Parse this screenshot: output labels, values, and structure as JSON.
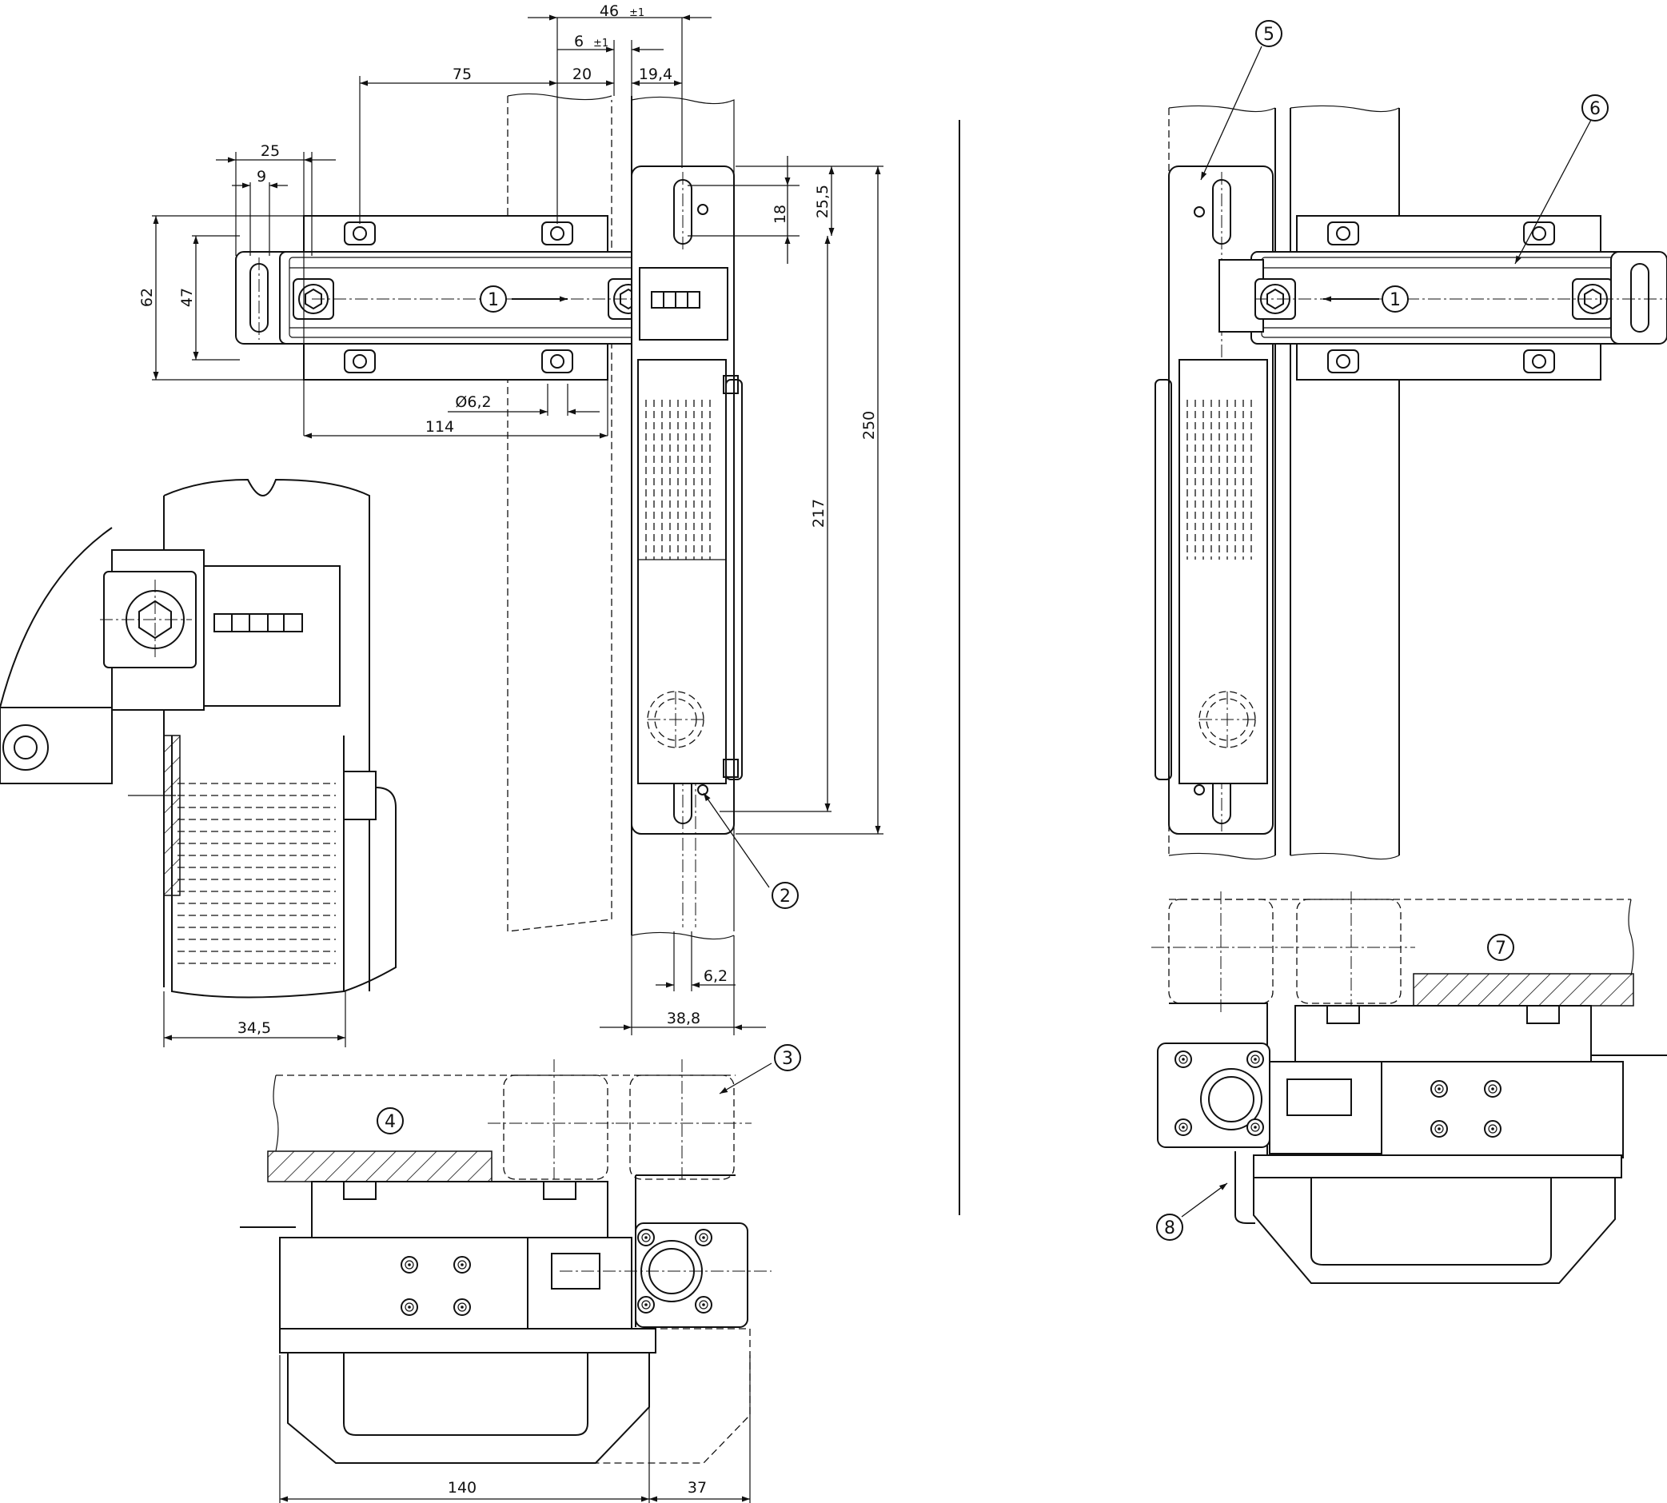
{
  "dimensions": {
    "d46": "46",
    "d46_tol": "±1",
    "d6": "6",
    "d6_tol": "±1",
    "d75": "75",
    "d20": "20",
    "d19_4": "19,4",
    "d25": "25",
    "d9": "9",
    "d62": "62",
    "d47": "47",
    "d6_2_dia": "Ø6,2",
    "d114": "114",
    "d18": "18",
    "d25_5": "25,5",
    "d250": "250",
    "d217": "217",
    "d6_2": "6,2",
    "d38_8": "38,8",
    "d34_5": "34,5",
    "d140": "140",
    "d37": "37"
  },
  "callouts": {
    "c1_left": "1",
    "c1_right": "1",
    "c2": "2",
    "c3": "3",
    "c4": "4",
    "c5": "5",
    "c6": "6",
    "c7": "7",
    "c8": "8"
  },
  "icons": {
    "direction_arrow": "arrow-icon",
    "hex_screw": "hex-screw-icon",
    "mount_hole": "hole-icon"
  }
}
